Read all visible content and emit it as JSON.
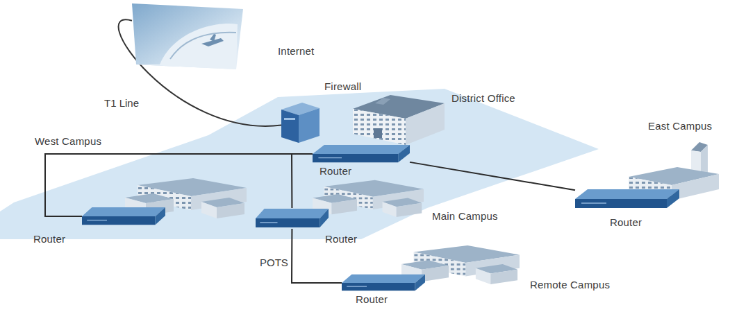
{
  "diagram": {
    "nodes": [
      {
        "text": [
          "Internet"
        ]
      },
      {
        "text": [
          "Firewall"
        ]
      },
      {
        "text": [
          "District Office"
        ]
      },
      {
        "text": [
          "Router"
        ]
      },
      {
        "text": [
          "West Campus"
        ]
      },
      {
        "text": [
          "Router"
        ]
      },
      {
        "text": [
          "Main Campus"
        ]
      },
      {
        "text": [
          "Router"
        ]
      },
      {
        "text": [
          "East Campus"
        ]
      },
      {
        "text": [
          "Router"
        ]
      },
      {
        "text": [
          "Remote Campus"
        ]
      },
      {
        "text": [
          "Router"
        ]
      }
    ],
    "edges": [
      {
        "from": 0,
        "to": 1,
        "label": "T1 Line",
        "arrow": "none"
      },
      {
        "from": 3,
        "to": 5,
        "arrow": "none"
      },
      {
        "from": 3,
        "to": 7,
        "arrow": "none"
      },
      {
        "from": 3,
        "to": 9,
        "arrow": "none"
      },
      {
        "from": 7,
        "to": 11,
        "label": "POTS",
        "arrow": "none"
      }
    ]
  }
}
